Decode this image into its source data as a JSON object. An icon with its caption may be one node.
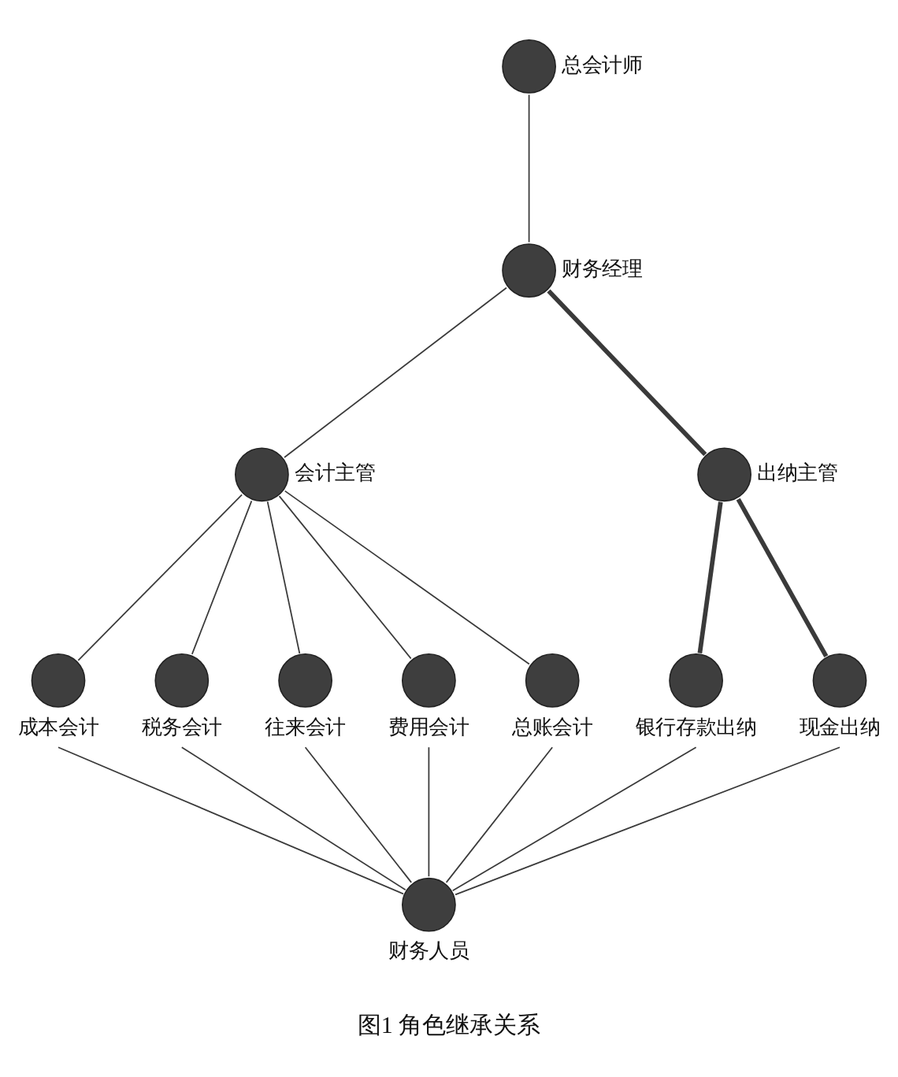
{
  "diagram": {
    "caption": "图1 角色继承关系",
    "nodes": [
      {
        "text": [],
        "shape": "circle",
        "beside": [
          "总会计师"
        ]
      },
      {
        "text": [],
        "shape": "circle",
        "beside": [
          "财务经理"
        ]
      },
      {
        "text": [],
        "shape": "circle",
        "beside": [
          "会计主管"
        ]
      },
      {
        "text": [],
        "shape": "circle",
        "beside": [
          "出纳主管"
        ]
      },
      {
        "text": [],
        "shape": "circle",
        "beside": [
          "成本会计"
        ]
      },
      {
        "text": [],
        "shape": "circle",
        "beside": [
          "税务会计"
        ]
      },
      {
        "text": [],
        "shape": "circle",
        "beside": [
          "往来会计"
        ]
      },
      {
        "text": [],
        "shape": "circle",
        "beside": [
          "费用会计"
        ]
      },
      {
        "text": [],
        "shape": "circle",
        "beside": [
          "总账会计"
        ]
      },
      {
        "text": [],
        "shape": "circle",
        "beside": [
          "银行存款出纳"
        ]
      },
      {
        "text": [],
        "shape": "circle",
        "beside": [
          "现金出纳"
        ]
      },
      {
        "text": [],
        "shape": "circle",
        "beside": [
          "财务人员"
        ]
      }
    ],
    "edges": [
      {
        "from": 0,
        "to": 1,
        "arrow": "none"
      },
      {
        "from": 1,
        "to": 2,
        "arrow": "none"
      },
      {
        "from": 1,
        "to": 3,
        "arrow": "none",
        "style": "thick"
      },
      {
        "from": 2,
        "to": 4,
        "arrow": "none"
      },
      {
        "from": 2,
        "to": 5,
        "arrow": "none"
      },
      {
        "from": 2,
        "to": 6,
        "arrow": "none"
      },
      {
        "from": 2,
        "to": 7,
        "arrow": "none"
      },
      {
        "from": 2,
        "to": 8,
        "arrow": "none"
      },
      {
        "from": 3,
        "to": 9,
        "arrow": "none",
        "style": "thick"
      },
      {
        "from": 3,
        "to": 10,
        "arrow": "none",
        "style": "thick"
      },
      {
        "from": 4,
        "to": 11,
        "arrow": "none"
      },
      {
        "from": 5,
        "to": 11,
        "arrow": "none"
      },
      {
        "from": 6,
        "to": 11,
        "arrow": "none"
      },
      {
        "from": 7,
        "to": 11,
        "arrow": "none"
      },
      {
        "from": 8,
        "to": 11,
        "arrow": "none"
      },
      {
        "from": 9,
        "to": 11,
        "arrow": "none"
      },
      {
        "from": 10,
        "to": 11,
        "arrow": "none"
      }
    ]
  }
}
